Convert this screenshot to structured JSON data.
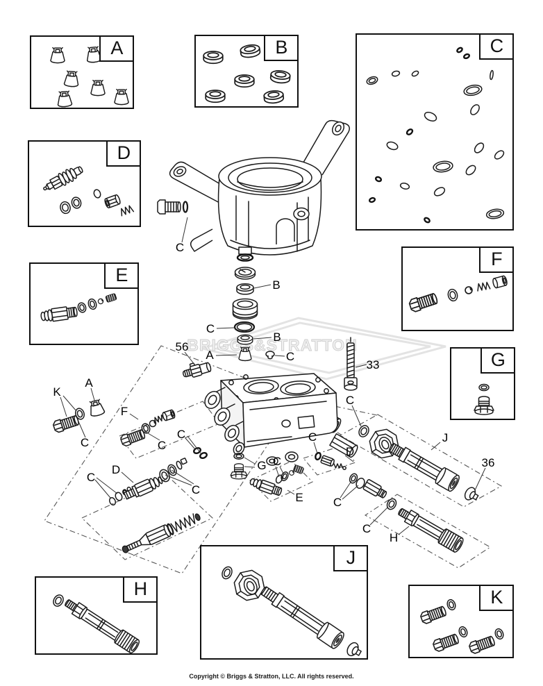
{
  "page": {
    "background": "#ffffff",
    "line_color": "#1a1a1a",
    "watermark_color": "#d6d6d6"
  },
  "watermark": {
    "text": "BRIGGS&STRATTON"
  },
  "footer": {
    "copyright": "Copyright © Briggs & Stratton, LLC. All rights reserved."
  },
  "kit_labels": {
    "a": "A",
    "b": "B",
    "c": "C",
    "d": "D",
    "e": "E",
    "f": "F",
    "g": "G",
    "h": "H",
    "j": "J",
    "k": "K"
  },
  "callouts": {
    "housing_oring": "C",
    "seal_upper": "B",
    "piston_oring": "C",
    "seal_lower": "B",
    "piston_plug": "A",
    "valve_cap": "C",
    "thermal_valve": "56",
    "head_bolt": "33",
    "plug_kit": "K",
    "left_plug": "A",
    "left_plug_oring": "C",
    "check_valve_kit": "F",
    "check_valve_oring": "C",
    "manifold_orings": "C",
    "unloader_orings_left": "C",
    "unloader_valve": "D",
    "unloader_orings_right": "C",
    "drain_plug": "G",
    "fitting_orings": "C",
    "fitting_kit": "E",
    "bypass_oring": "C",
    "bypass_kit": "D",
    "coupling_orings": "C",
    "inlet_oring": "C",
    "inlet_tube": "J",
    "inlet_seal": "36",
    "outlet_oring": "C",
    "outlet_tube": "H"
  }
}
